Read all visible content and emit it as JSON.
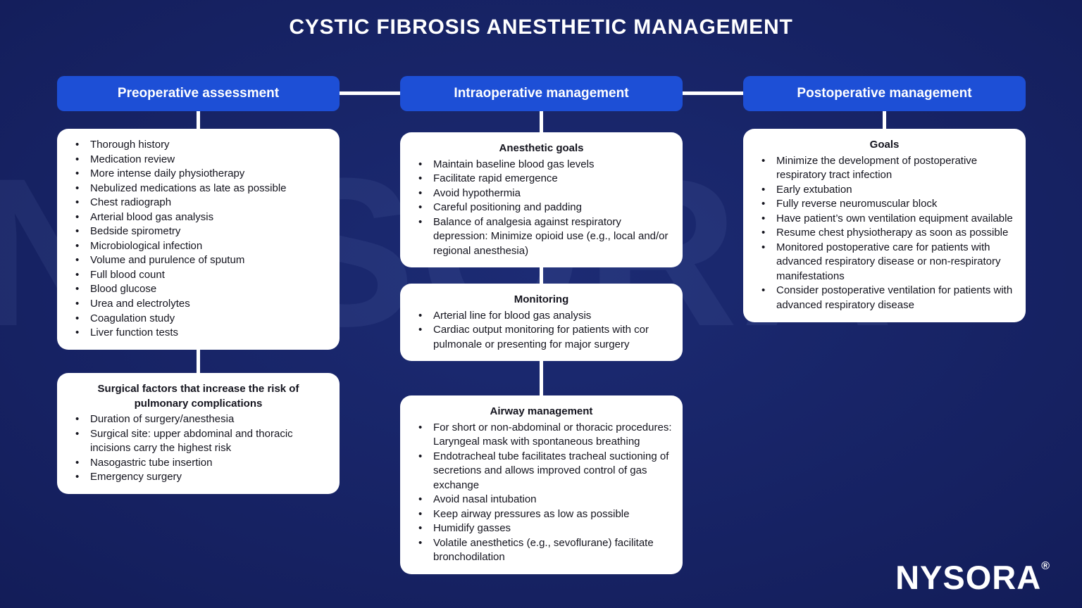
{
  "title": "CYSTIC FIBROSIS ANESTHETIC MANAGEMENT",
  "watermark": {
    "text": "NYSORA",
    "symbol": "©"
  },
  "logo": {
    "text": "NYSORA",
    "symbol": "®"
  },
  "colors": {
    "header_bg": "#1d4fd6",
    "box_bg": "#ffffff",
    "background_center": "#1c2b74",
    "background_edge": "#0a1040",
    "connector": "#ffffff",
    "title_text": "#ffffff",
    "box_text": "#14141e"
  },
  "columns": [
    {
      "id": "preoperative",
      "header": "Preoperative assessment",
      "boxes": [
        {
          "title": "",
          "items": [
            "Thorough history",
            "Medication review",
            "More intense daily physiotherapy",
            "Nebulized medications as late as possible",
            "Chest radiograph",
            "Arterial blood gas analysis",
            "Bedside spirometry",
            "Microbiological infection",
            "Volume and purulence of sputum",
            "Full blood count",
            "Blood glucose",
            "Urea and electrolytes",
            "Coagulation study",
            "Liver function tests"
          ]
        },
        {
          "title": "Surgical factors that increase the risk of pulmonary complications",
          "items": [
            "Duration of surgery/anesthesia",
            "Surgical site: upper abdominal and thoracic incisions carry the highest risk",
            "Nasogastric tube insertion",
            "Emergency surgery"
          ]
        }
      ]
    },
    {
      "id": "intraoperative",
      "header": "Intraoperative management",
      "boxes": [
        {
          "title": "Anesthetic goals",
          "items": [
            "Maintain baseline blood gas levels",
            "Facilitate rapid emergence",
            "Avoid hypothermia",
            "Careful positioning and padding",
            "Balance of analgesia against respiratory depression: Minimize opioid use (e.g., local and/or regional anesthesia)"
          ]
        },
        {
          "title": "Monitoring",
          "items": [
            "Arterial line for blood gas analysis",
            "Cardiac output monitoring for patients with cor pulmonale or presenting for major surgery"
          ]
        },
        {
          "title": "Airway management",
          "items": [
            "For short or non-abdominal or thoracic procedures: Laryngeal mask with spontaneous breathing",
            "Endotracheal tube facilitates tracheal suctioning of secretions and allows improved control of gas exchange",
            "Avoid nasal intubation",
            "Keep airway pressures as low as possible",
            "Humidify gasses",
            "Volatile anesthetics (e.g., sevoflurane) facilitate bronchodilation"
          ]
        }
      ]
    },
    {
      "id": "postoperative",
      "header": "Postoperative management",
      "boxes": [
        {
          "title": "Goals",
          "items": [
            "Minimize the development of postoperative respiratory tract infection",
            "Early extubation",
            "Fully reverse neuromuscular block",
            "Have patient’s own ventilation equipment available",
            "Resume chest physiotherapy as soon as possible",
            "Monitored postoperative care for patients with advanced respiratory disease or non-respiratory manifestations",
            "Consider postoperative ventilation for patients with advanced respiratory disease"
          ]
        }
      ]
    }
  ]
}
